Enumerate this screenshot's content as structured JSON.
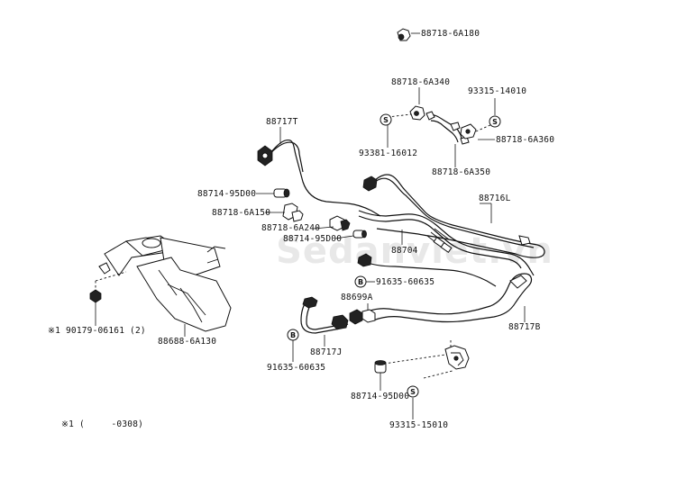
{
  "watermark": "Sedanviet.vn",
  "labels": {
    "p88718_6A180": "88718-6A180",
    "p88718_6A340": "88718-6A340",
    "p93315_14010": "93315-14010",
    "p88717T": "88717T",
    "p93381_16012": "93381-16012",
    "p88718_6A360": "88718-6A360",
    "p88718_6A350": "88718-6A350",
    "p88716L": "88716L",
    "p88714_95D00_a": "88714-95D00",
    "p88718_6A150": "88718-6A150",
    "p88718_6A240": "88718-6A240",
    "p88714_95D00_b": "88714-95D00",
    "p88704": "88704",
    "p91635_60635_a": "91635-60635",
    "p88699A": "88699A",
    "p88717B": "88717B",
    "p90179_06161": "※1 90179-06161 (2)",
    "p88688_6A130": "88688-6A130",
    "p88717J": "88717J",
    "p91635_60635_b": "91635-60635",
    "p88714_95D00_c": "88714-95D00",
    "p93315_15010": "93315-15010",
    "footnote": "※1 (     -0308)"
  },
  "badges": {
    "s1": "S",
    "s2": "S",
    "b1": "B",
    "b2": "B",
    "s3": "S"
  }
}
